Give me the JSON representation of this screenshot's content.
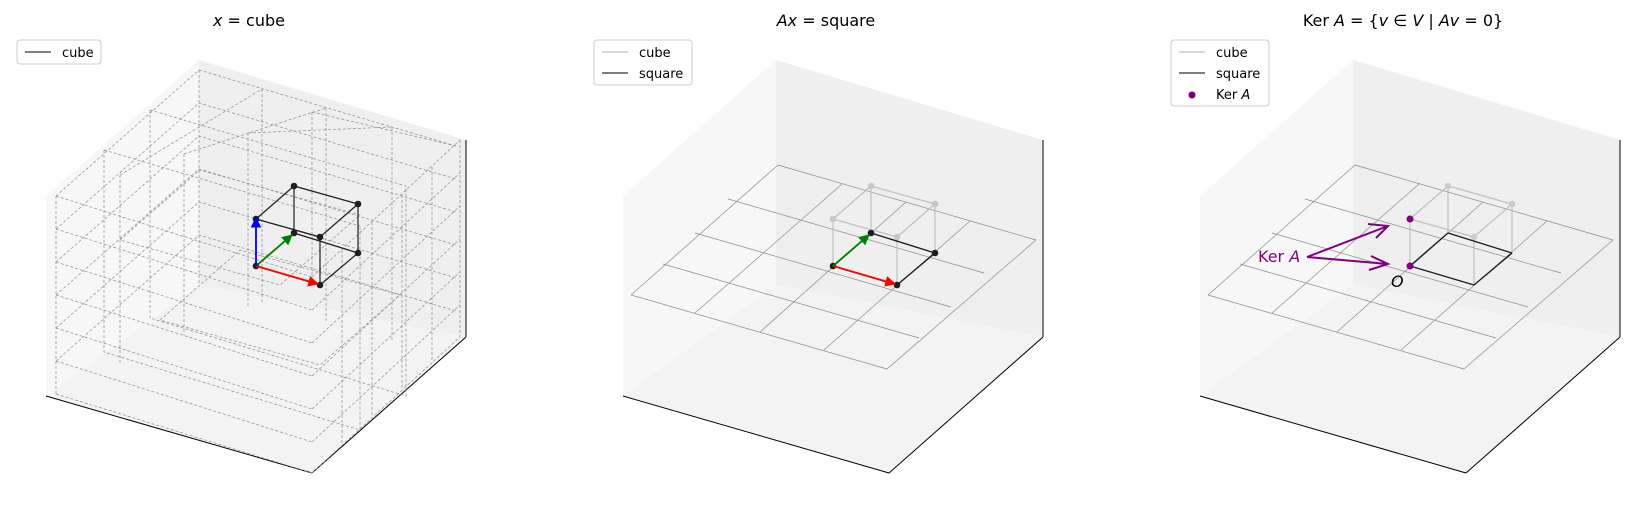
{
  "colors": {
    "pane_left": "#f7f7f7",
    "pane_right": "#efefef",
    "pane_floor": "#f3f3f3",
    "axis": "#000000",
    "grid": "#8c8c8c",
    "cube_line_faded": "#c0c0c0",
    "cube_line": "#1e1e1e",
    "e1": "#ff0000",
    "e2": "#008000",
    "e3": "#0000ff",
    "kernel": "#800080"
  },
  "panels": [
    {
      "title_var": "x",
      "title_eq": " = ",
      "title_rest": "cube",
      "legend": [
        {
          "label": "cube",
          "kind": "line",
          "color": "#333333"
        }
      ]
    },
    {
      "title_var": "Ax",
      "title_eq": " = ",
      "title_rest": "square",
      "legend": [
        {
          "label": "cube",
          "kind": "line",
          "color": "#c0c0c0"
        },
        {
          "label": "square",
          "kind": "line",
          "color": "#333333"
        }
      ]
    },
    {
      "title_a": "Ker ",
      "title_b": "A",
      "title_c": " = {",
      "title_d": "v",
      "title_e": " ∈ ",
      "title_f": "V",
      "title_g": " | ",
      "title_h": "Av",
      "title_i": " = 0}",
      "legend": [
        {
          "label": "cube",
          "kind": "line",
          "color": "#c0c0c0"
        },
        {
          "label": "square",
          "kind": "line",
          "color": "#333333"
        },
        {
          "label_a": "Ker ",
          "label_b": "A",
          "kind": "dot",
          "color": "#800080"
        }
      ],
      "annotation_a": "Ker ",
      "annotation_b": "A",
      "origin_label": "O"
    }
  ]
}
